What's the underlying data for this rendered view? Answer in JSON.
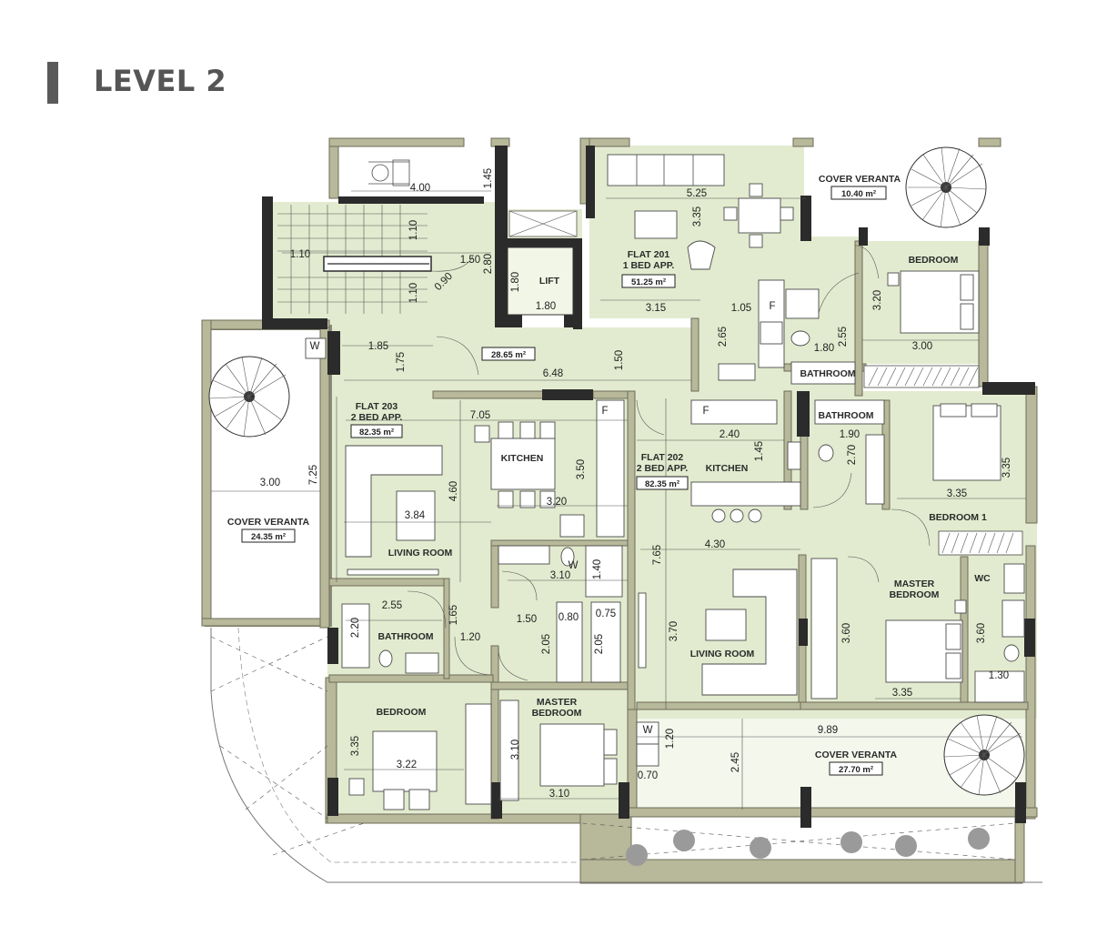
{
  "header": {
    "title": "LEVEL 2"
  },
  "rooms": {
    "cover_veranta_top": "COVER VERANTA",
    "bedroom_flat201": "BEDROOM",
    "lift": "LIFT",
    "flat201_name": "FLAT 201",
    "flat201_type": "1 BED APP.",
    "bathroom_flat201": "BATHROOM",
    "flat203_name": "FLAT 203",
    "flat203_type": "2 BED APP.",
    "kitchen_flat203": "KITCHEN",
    "living_room_flat203": "LIVING ROOM",
    "cover_veranta_left": "COVER VERANTA",
    "bathroom_flat203": "BATHROOM",
    "bedroom_flat203": "BEDROOM",
    "master_bedroom_flat203_l1": "MASTER",
    "master_bedroom_flat203_l2": "BEDROOM",
    "flat202_name": "FLAT 202",
    "flat202_type": "2 BED APP.",
    "kitchen_flat202": "KITCHEN",
    "bathroom_flat202": "BATHROOM",
    "bedroom1_flat202": "BEDROOM 1",
    "master_bedroom_flat202_l1": "MASTER",
    "master_bedroom_flat202_l2": "BEDROOM",
    "wc_flat202": "WC",
    "living_room_flat202": "LIVING ROOM",
    "cover_veranta_bottom": "COVER VERANTA"
  },
  "areas": {
    "cover_veranta_top": "10.40 m²",
    "flat201": "51.25 m²",
    "common": "28.65 m²",
    "flat203": "82.35 m²",
    "cover_veranta_left": "24.35 m²",
    "flat202": "82.35 m²",
    "cover_veranta_bottom": "27.70 m²"
  },
  "dimensions": {
    "d_4_00": "4.00",
    "d_1_45": "1.45",
    "d_5_25": "5.25",
    "d_3_35_a": "3.35",
    "d_1_10_a": "1.10",
    "d_1_10_b": "1.10",
    "d_1_10_c": "1.10",
    "d_1_50_a": "1.50",
    "d_2_80": "2.80",
    "d_0_90": "0.90",
    "d_1_80_a": "1.80",
    "d_1_80_b": "1.80",
    "d_3_15": "3.15",
    "d_1_05": "1.05",
    "d_2_65": "2.65",
    "d_1_80_c": "1.80",
    "d_2_55_a": "2.55",
    "d_3_20_a": "3.20",
    "d_3_00_a": "3.00",
    "d_1_85": "1.85",
    "d_1_75": "1.75",
    "d_6_48": "6.48",
    "d_1_50_b": "1.50",
    "d_7_05": "7.05",
    "d_3_50": "3.50",
    "d_4_60": "4.60",
    "d_3_20_b": "3.20",
    "d_3_84": "3.84",
    "d_3_00_b": "3.00",
    "d_7_25": "7.25",
    "d_3_10_a": "3.10",
    "d_1_40": "1.40",
    "d_2_55_b": "2.55",
    "d_1_65": "1.65",
    "d_2_20": "2.20",
    "d_1_20_a": "1.20",
    "d_1_50_c": "1.50",
    "d_0_80": "0.80",
    "d_0_75": "0.75",
    "d_2_05_a": "2.05",
    "d_2_05_b": "2.05",
    "d_3_35_b": "3.35",
    "d_3_22": "3.22",
    "d_3_10_b": "3.10",
    "d_3_10_c": "3.10",
    "d_2_40": "2.40",
    "d_1_45_b": "1.45",
    "d_1_90": "1.90",
    "d_2_70": "2.70",
    "d_3_35_c": "3.35",
    "d_3_35_d": "3.35",
    "d_7_65": "7.65",
    "d_4_30": "4.30",
    "d_3_70": "3.70",
    "d_3_60_a": "3.60",
    "d_3_60_b": "3.60",
    "d_1_30": "1.30",
    "d_3_35_e": "3.35",
    "d_9_89": "9.89",
    "d_1_20_b": "1.20",
    "d_2_45": "2.45",
    "d_0_70": "0.70"
  },
  "fixture_labels": {
    "wm_a": "W",
    "wm_b": "W",
    "wm_c": "W",
    "fridge_a": "F",
    "fridge_b": "F",
    "fridge_c": "F"
  },
  "colors": {
    "floor": "#e2ebcf",
    "wall": "#2b2b2b",
    "wall_light": "#b8b89a",
    "title": "#555555"
  }
}
